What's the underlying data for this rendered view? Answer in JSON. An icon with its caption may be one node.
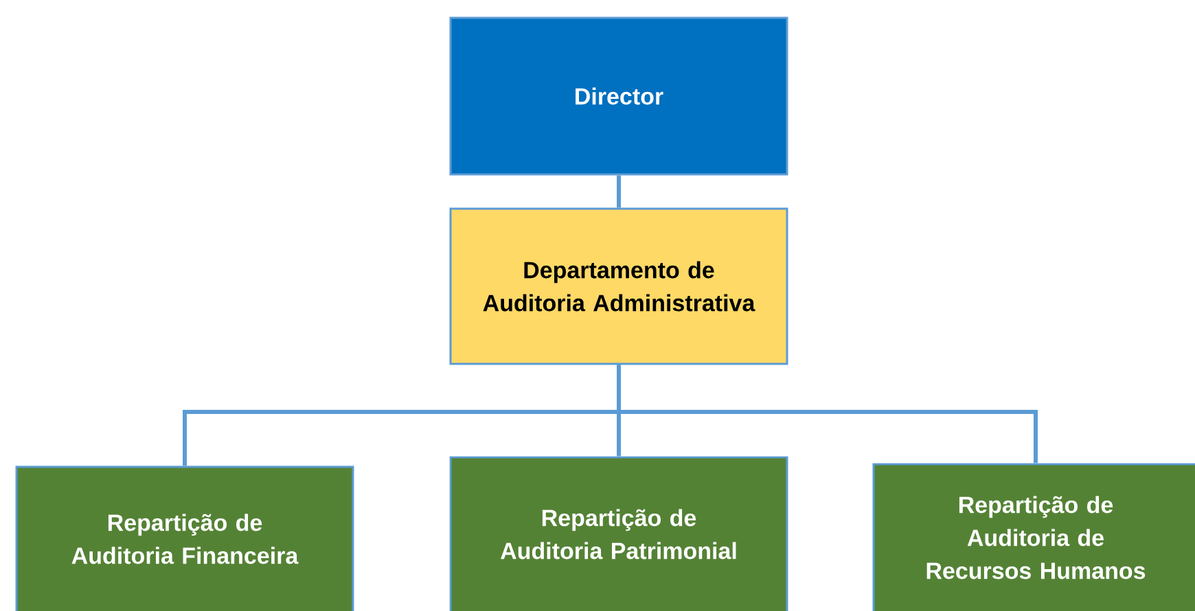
{
  "diagram": {
    "nodes": [
      {
        "text": [
          "Director"
        ]
      },
      {
        "text": [
          "Departamento de Auditoria Administrativa"
        ]
      },
      {
        "text": [
          "Repartição de Auditoria Financeira"
        ]
      },
      {
        "text": [
          "Repartição de Auditoria Patrimonial"
        ]
      },
      {
        "text": [
          "Repartição de Auditoria de Recursos Humanos"
        ]
      }
    ],
    "edges": [
      {
        "from": 0,
        "to": 1,
        "arrow": "none"
      },
      {
        "from": 1,
        "to": 2,
        "arrow": "none"
      },
      {
        "from": 1,
        "to": 3,
        "arrow": "none"
      },
      {
        "from": 1,
        "to": 4,
        "arrow": "none"
      }
    ]
  }
}
